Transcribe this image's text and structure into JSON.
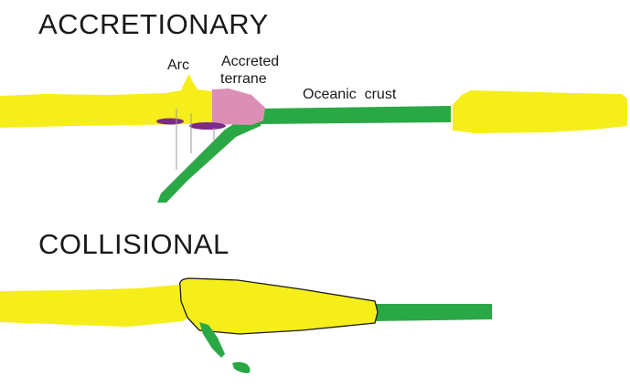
{
  "sections": {
    "accretionary": {
      "title": "ACCRETIONARY",
      "labels": {
        "arc": "Arc",
        "accreted_terrane_line1": "Accreted",
        "accreted_terrane_line2": "terrane",
        "oceanic_crust": "Oceanic  crust"
      }
    },
    "collisional": {
      "title": "COLLISIONAL"
    }
  },
  "colors": {
    "continental_crust": "#f5ee1b",
    "oceanic_crust": "#2aa845",
    "accreted_terrane": "#dc8fb4",
    "magma": "#7d2a8a",
    "outline": "#1a1a1a",
    "feeder_line": "#9a9a9a"
  }
}
